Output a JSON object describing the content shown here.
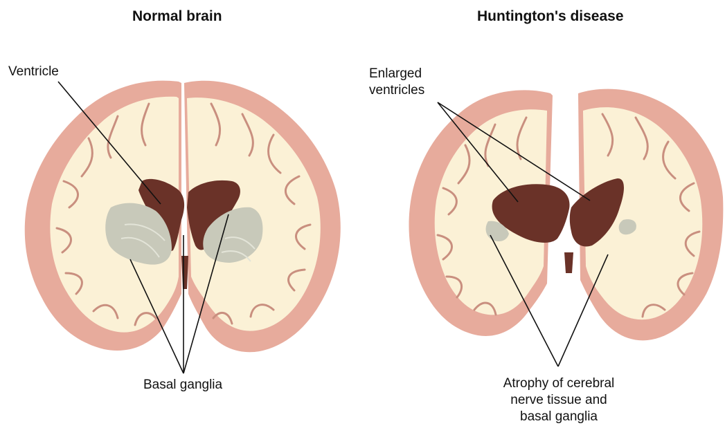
{
  "left_panel": {
    "title": "Normal brain",
    "ventricle_label": "Ventricle",
    "basal_label": "Basal ganglia"
  },
  "right_panel": {
    "title": "Huntington's disease",
    "ventricle_label_line1": "Enlarged",
    "ventricle_label_line2": "ventricles",
    "atrophy_line1": "Atrophy of cerebral",
    "atrophy_line2": "nerve tissue and",
    "atrophy_line3": "basal ganglia"
  },
  "colors": {
    "cortex": "#e7ab9c",
    "white_matter": "#fbf1d6",
    "ventricle": "#6a3228",
    "basal_ganglia": "#c8c9ba"
  }
}
